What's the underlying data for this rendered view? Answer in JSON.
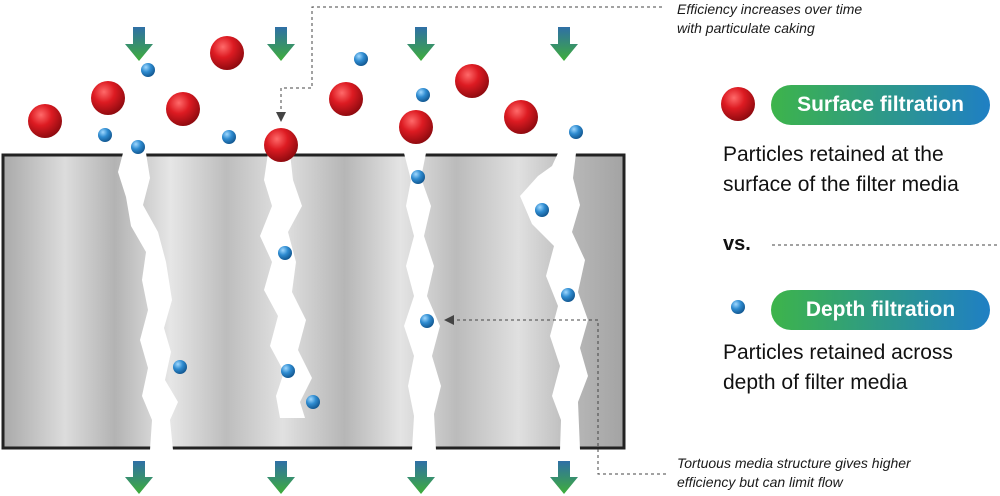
{
  "annotations": {
    "top_line1": "Efficiency increases over time",
    "top_line2": "with particulate caking",
    "bottom_line1": "Tortuous media structure gives higher",
    "bottom_line2": "efficiency but can limit flow"
  },
  "legend": {
    "surface": {
      "label": "Surface filtration",
      "desc_line1": "Particles retained at the",
      "desc_line2": "surface of the filter media",
      "icon": "red-particle-icon"
    },
    "vs_label": "vs.",
    "depth": {
      "label": "Depth filtration",
      "desc_line1": "Particles retained across",
      "desc_line2": "depth of filter media",
      "icon": "blue-particle-icon"
    }
  },
  "colors": {
    "large_particle": "#d0121b",
    "small_particle": "#2e8bd0",
    "arrow_green": "#3fae3a",
    "arrow_blue": "#2f6fa6",
    "pill_start": "#3db44a",
    "pill_end": "#1f7fc4",
    "filter_border": "#222222",
    "filter_fill": "#c4c4c4"
  }
}
